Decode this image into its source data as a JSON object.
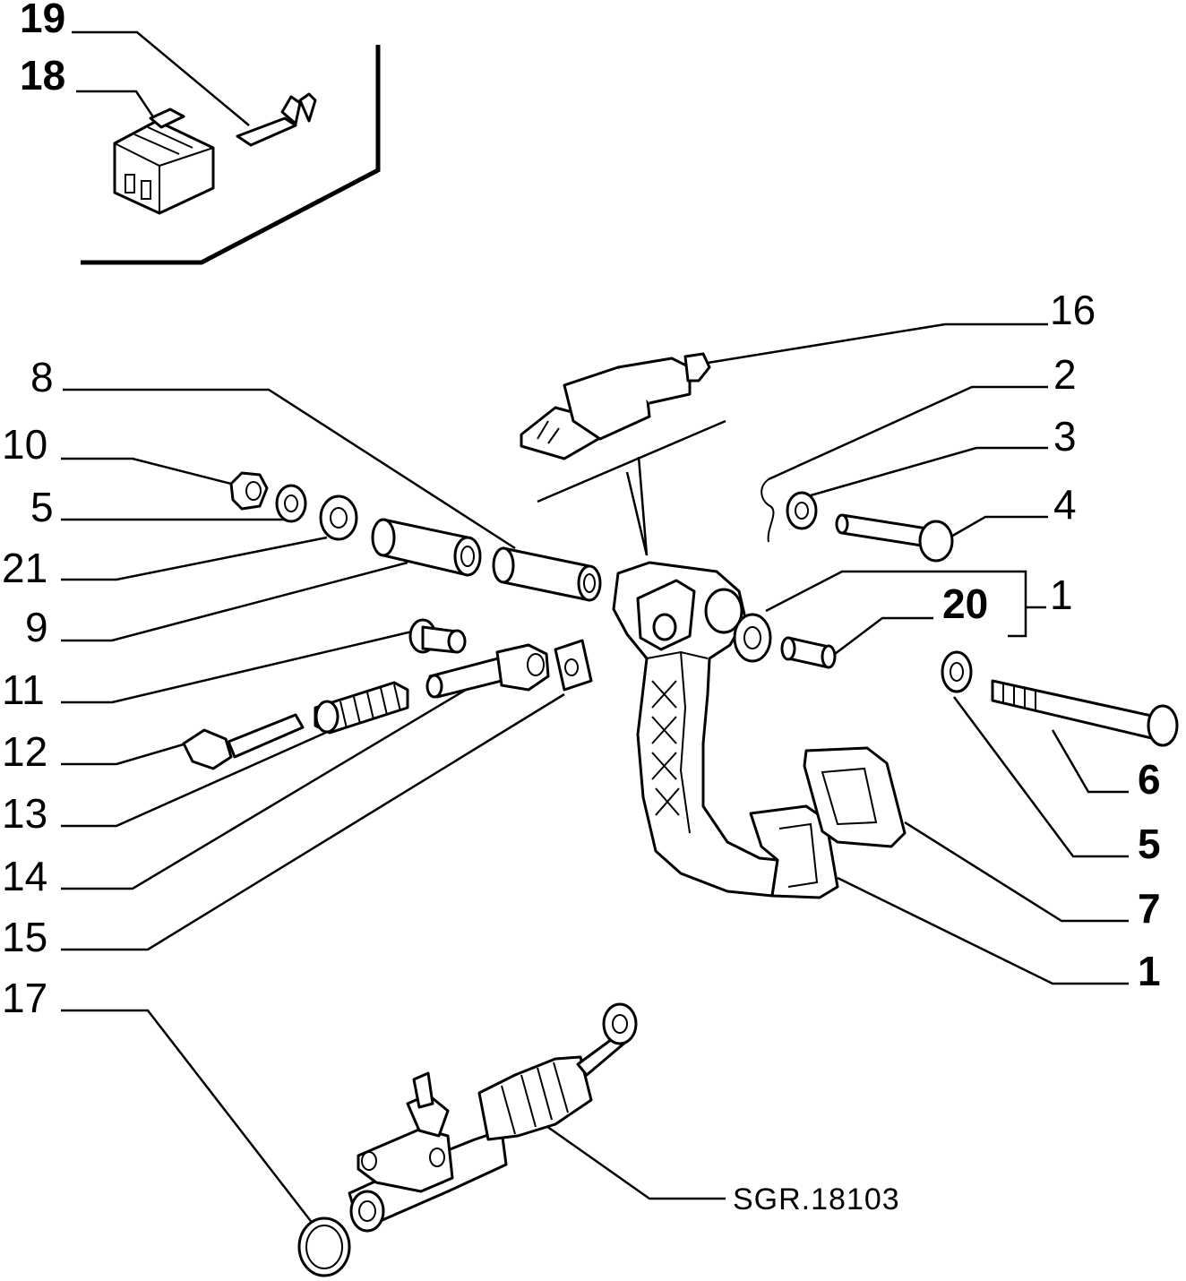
{
  "callouts": {
    "c19": "19",
    "c18": "18",
    "c16": "16",
    "c8": "8",
    "c2": "2",
    "c10": "10",
    "c3": "3",
    "c5_left": "5",
    "c4": "4",
    "c21": "21",
    "c1_bracket": "1",
    "c20": "20",
    "c9": "9",
    "c11": "11",
    "c12": "12",
    "c13": "13",
    "c14": "14",
    "c15": "15",
    "c6": "6",
    "c5_right": "5",
    "c7": "7",
    "c1_bottom": "1",
    "c17": "17"
  },
  "reference_code": "SGR.18103"
}
